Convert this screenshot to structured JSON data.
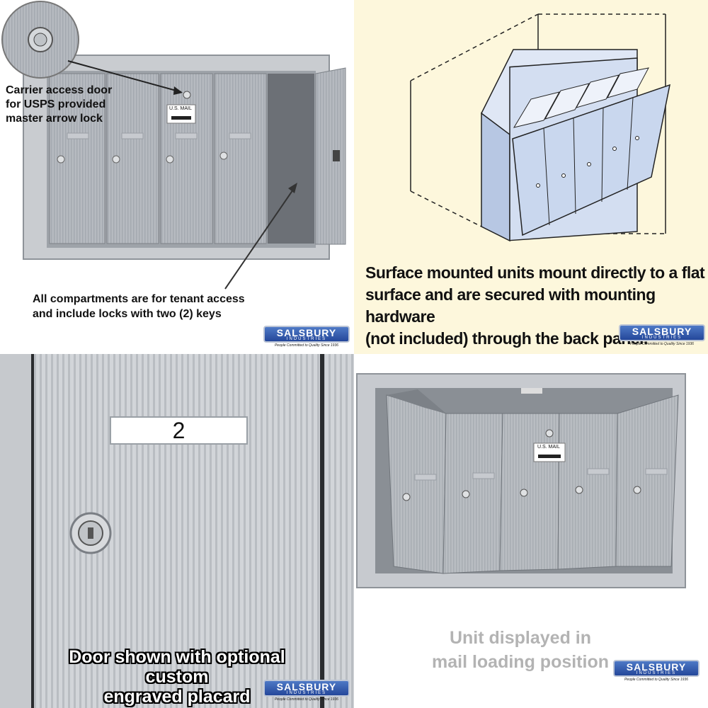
{
  "panels": {
    "top_left": {
      "carrier_caption": "Carrier access door\nfor USPS provided\nmaster arrow lock",
      "tenant_caption": "All compartments are for tenant access\nand include locks with two (2) keys",
      "usmail_label": "U.S. MAIL"
    },
    "top_right": {
      "surface_caption": "Surface mounted units mount directly to a flat\nsurface and are secured with mounting hardware\n(not included) through the back panel."
    },
    "bottom_left": {
      "placard_number": "2",
      "placard_caption": "Door shown with optional custom\nengraved placard"
    },
    "bottom_right": {
      "loading_caption": "Unit displayed in\nmail loading position",
      "usmail_label": "U.S. MAIL"
    }
  },
  "logo": {
    "name": "SALSBURY",
    "sub": "INDUSTRIES",
    "tagline": "People Committed to Quality Since 1936"
  },
  "colors": {
    "aluminum": "#b9bdc2",
    "logo_blue": "#2f57ad",
    "cream_background": "#fdf7dc",
    "diagram_blue": "#c9d7ee"
  }
}
